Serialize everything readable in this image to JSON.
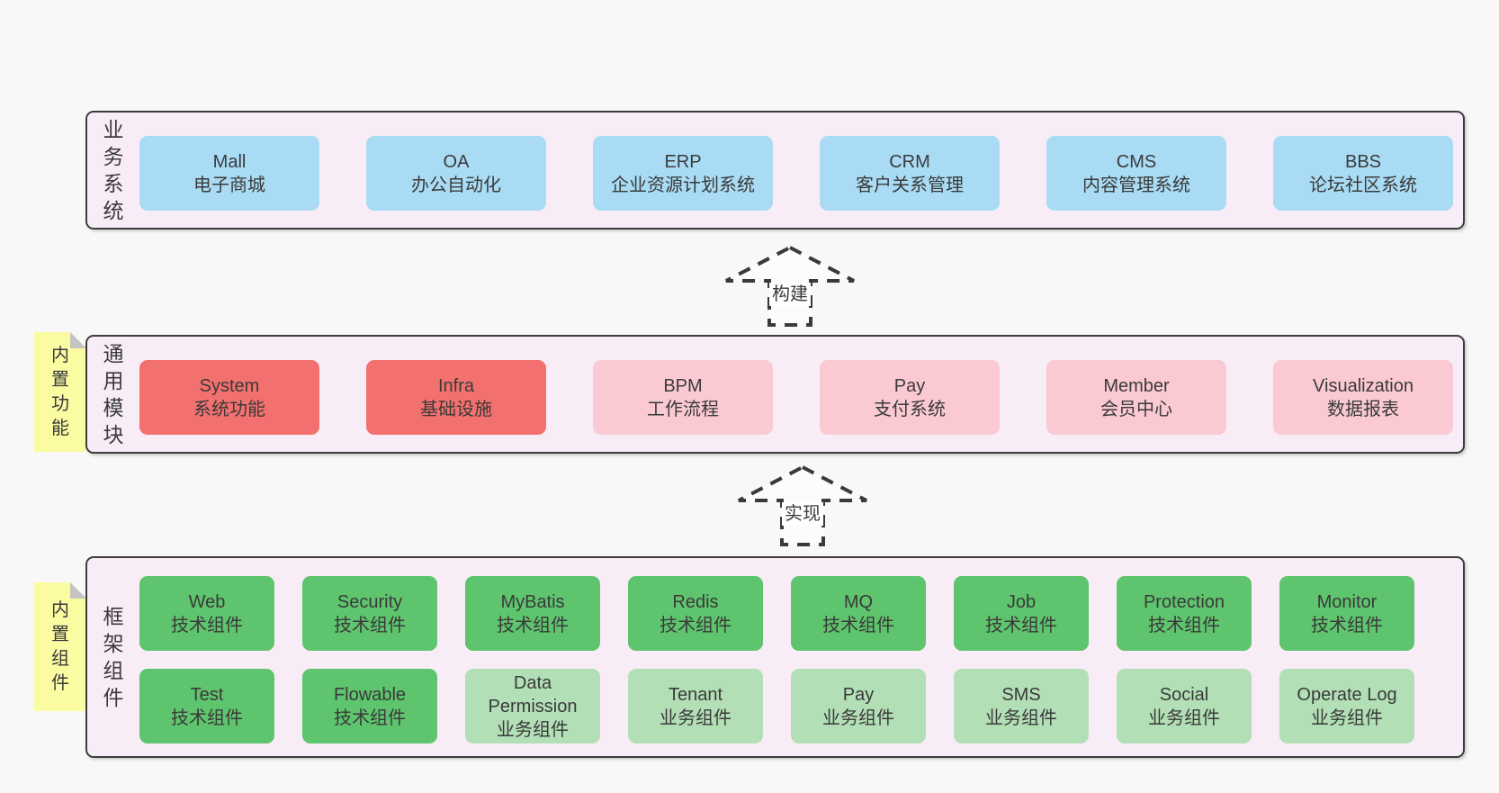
{
  "colors": {
    "page_background": "#f8f8f8",
    "panel_background": "#f8edf6",
    "panel_border": "#3d3d3d",
    "box_blue": "#a9dcf4",
    "box_red": "#f2716f",
    "box_pink": "#fac9d1",
    "box_green": "#5ec46d",
    "box_light_green": "#b3dfb6",
    "sticky_yellow": "#fbfba2",
    "text": "#3a3a3a"
  },
  "business": {
    "label": "业务系统",
    "boxes": [
      {
        "title": "Mall",
        "subtitle": "电子商城",
        "variant": "blue"
      },
      {
        "title": "OA",
        "subtitle": "办公自动化",
        "variant": "blue"
      },
      {
        "title": "ERP",
        "subtitle": "企业资源计划系统",
        "variant": "blue"
      },
      {
        "title": "CRM",
        "subtitle": "客户关系管理",
        "variant": "blue"
      },
      {
        "title": "CMS",
        "subtitle": "内容管理系统",
        "variant": "blue"
      },
      {
        "title": "BBS",
        "subtitle": "论坛社区系统",
        "variant": "blue"
      }
    ]
  },
  "arrows": {
    "build": "构建",
    "implement": "实现"
  },
  "modules": {
    "sticky": "内置功能",
    "label": "通用模块",
    "boxes": [
      {
        "title": "System",
        "subtitle": "系统功能",
        "variant": "red"
      },
      {
        "title": "Infra",
        "subtitle": "基础设施",
        "variant": "red"
      },
      {
        "title": "BPM",
        "subtitle": "工作流程",
        "variant": "pink"
      },
      {
        "title": "Pay",
        "subtitle": "支付系统",
        "variant": "pink"
      },
      {
        "title": "Member",
        "subtitle": "会员中心",
        "variant": "pink"
      },
      {
        "title": "Visualization",
        "subtitle": "数据报表",
        "variant": "pink"
      }
    ]
  },
  "components": {
    "sticky": "内置组件",
    "label": "框架组件",
    "row1": [
      {
        "title": "Web",
        "subtitle": "技术组件",
        "variant": "green"
      },
      {
        "title": "Security",
        "subtitle": "技术组件",
        "variant": "green"
      },
      {
        "title": "MyBatis",
        "subtitle": "技术组件",
        "variant": "green"
      },
      {
        "title": "Redis",
        "subtitle": "技术组件",
        "variant": "green"
      },
      {
        "title": "MQ",
        "subtitle": "技术组件",
        "variant": "green"
      },
      {
        "title": "Job",
        "subtitle": "技术组件",
        "variant": "green"
      },
      {
        "title": "Protection",
        "subtitle": "技术组件",
        "variant": "green"
      },
      {
        "title": "Monitor",
        "subtitle": "技术组件",
        "variant": "green"
      }
    ],
    "row2": [
      {
        "title": "Test",
        "subtitle": "技术组件",
        "variant": "green"
      },
      {
        "title": "Flowable",
        "subtitle": "技术组件",
        "variant": "green"
      },
      {
        "title": "Data Permission",
        "subtitle": "业务组件",
        "variant": "lightgreen"
      },
      {
        "title": "Tenant",
        "subtitle": "业务组件",
        "variant": "lightgreen"
      },
      {
        "title": "Pay",
        "subtitle": "业务组件",
        "variant": "lightgreen"
      },
      {
        "title": "SMS",
        "subtitle": "业务组件",
        "variant": "lightgreen"
      },
      {
        "title": "Social",
        "subtitle": "业务组件",
        "variant": "lightgreen"
      },
      {
        "title": "Operate Log",
        "subtitle": "业务组件",
        "variant": "lightgreen"
      }
    ]
  }
}
